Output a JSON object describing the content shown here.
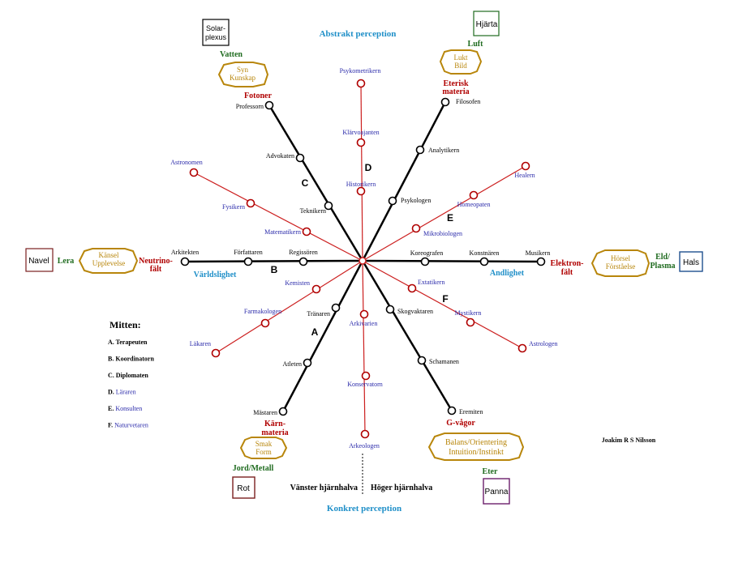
{
  "colors": {
    "black": "#000000",
    "red_line": "#cc1f1f",
    "blue_text": "#2a2aaa",
    "dark_red": "#b00000",
    "green": "#1f6b1f",
    "gold": "#b8860b",
    "cyan": "#1f8fc8",
    "box_blue": "#1f4f8f",
    "box_purple": "#6b1f6b",
    "box_brown": "#7a1f1f"
  },
  "axis": {
    "top": "Abstrakt perception",
    "bottom": "Konkret perception",
    "left_half": "Vänster hjärnhalva",
    "right_half": "Höger hjärnhalva"
  },
  "center_label": "",
  "sectors": [
    {
      "letter": "A"
    },
    {
      "letter": "B"
    },
    {
      "letter": "C"
    },
    {
      "letter": "D"
    },
    {
      "letter": "E"
    },
    {
      "letter": "F"
    }
  ],
  "spokes_black": [
    {
      "name": "nw",
      "nodes": [
        "Professorn",
        "Advokaten",
        "Teknikern"
      ]
    },
    {
      "name": "w",
      "nodes": [
        "Arkitekten",
        "Författaren",
        "Regissören"
      ]
    },
    {
      "name": "sw",
      "nodes": [
        "Mästaren",
        "Atleten",
        "Tränaren"
      ]
    },
    {
      "name": "ne",
      "nodes": [
        "Filosofen",
        "Analytikern",
        "Psykologen"
      ]
    },
    {
      "name": "e",
      "nodes": [
        "Musikern",
        "Konstnären",
        "Koreografen"
      ]
    },
    {
      "name": "se",
      "nodes": [
        "Eremiten",
        "Schamanen",
        "Skogvaktaren"
      ]
    }
  ],
  "spokes_red": [
    {
      "name": "n",
      "nodes": [
        "Psykometrikern",
        "Klärvoajanten",
        "Historikern"
      ]
    },
    {
      "name": "s",
      "nodes": [
        "Arkeologen",
        "Konservatorn",
        "Arkivarien"
      ]
    },
    {
      "name": "wnw",
      "nodes": [
        "Astronomen",
        "Fysikern",
        "Matematikern"
      ]
    },
    {
      "name": "wsw",
      "nodes": [
        "Läkaren",
        "Farmakologen",
        "Kemisten"
      ]
    },
    {
      "name": "ene",
      "nodes": [
        "Healern",
        "Homeopaten",
        "Mikrobiologen"
      ]
    },
    {
      "name": "ese",
      "nodes": [
        "Astrologen",
        "Mystikern",
        "Extatikern"
      ]
    }
  ],
  "fields": {
    "nw": "Fotoner",
    "ne": "Eterisk materia",
    "w": "Neutrino-fält",
    "e": "Elektron-fält",
    "sw": "Kärn-materia",
    "se": "G-vågor"
  },
  "elements": {
    "nw": "Vatten",
    "ne": "Luft",
    "w": "Lera",
    "e": "Eld/ Plasma",
    "sw": "Jord/Metall",
    "se": "Eter"
  },
  "senses": {
    "nw": "Syn Kunskap",
    "ne": "Lukt Bild",
    "w": "Känsel Upplevelse",
    "e": "Hörsel Förståelse",
    "sw": "Smak Form",
    "se": "Balans/Orientering Intuition/Instinkt"
  },
  "chakras": {
    "nw": "Solar- plexus",
    "ne": "Hjärta",
    "w": "Navel",
    "e": "Hals",
    "sw": "Rot",
    "se": "Panna"
  },
  "side_labels": {
    "left": "Världslighet",
    "right": "Andlighet"
  },
  "legend": {
    "title": "Mitten:",
    "items": [
      {
        "key": "A.",
        "text": "Terapeuten",
        "color": "black"
      },
      {
        "key": "B.",
        "text": "Koordinatorn",
        "color": "black"
      },
      {
        "key": "C.",
        "text": "Diplomaten",
        "color": "black"
      },
      {
        "key": "D.",
        "text": "Läraren",
        "color": "blue"
      },
      {
        "key": "E.",
        "text": "Konsulten",
        "color": "blue"
      },
      {
        "key": "F.",
        "text": "Naturvetaren",
        "color": "blue"
      }
    ]
  },
  "author": "Joakim R S Nilsson"
}
